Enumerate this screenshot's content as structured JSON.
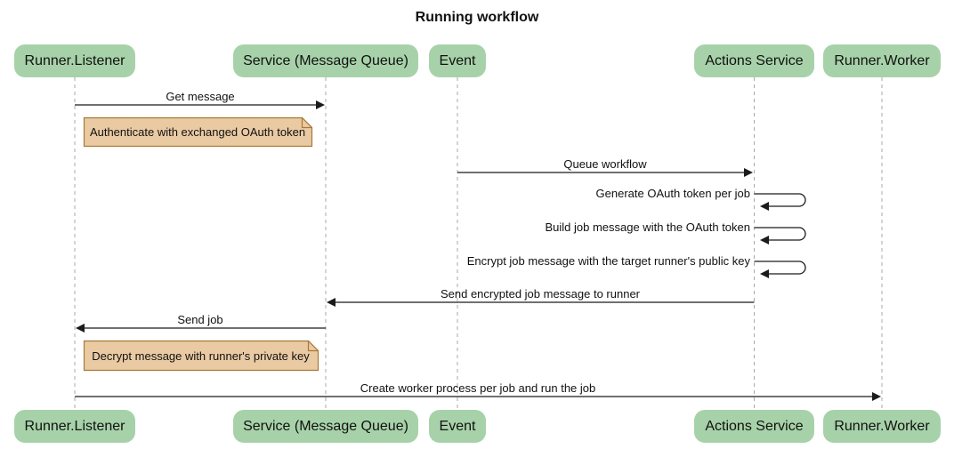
{
  "title": "Running workflow",
  "actors": [
    {
      "label": "Runner.Listener"
    },
    {
      "label": "Service (Message Queue)"
    },
    {
      "label": "Event"
    },
    {
      "label": "Actions Service"
    },
    {
      "label": "Runner.Worker"
    }
  ],
  "messages": [
    {
      "label": "Get message",
      "from": "Runner.Listener",
      "to": "Service (Message Queue)",
      "type": "solid-arrow"
    },
    {
      "label": "Queue workflow",
      "from": "Event",
      "to": "Actions Service",
      "type": "solid-arrow"
    },
    {
      "label": "Generate OAuth token per job",
      "from": "Actions Service",
      "to": "Actions Service",
      "type": "self-arrow"
    },
    {
      "label": "Build job message with the OAuth token",
      "from": "Actions Service",
      "to": "Actions Service",
      "type": "self-arrow"
    },
    {
      "label": "Encrypt job message with the target runner's public key",
      "from": "Actions Service",
      "to": "Actions Service",
      "type": "self-arrow"
    },
    {
      "label": "Send encrypted job message to runner",
      "from": "Actions Service",
      "to": "Service (Message Queue)",
      "type": "solid-arrow"
    },
    {
      "label": "Send job",
      "from": "Service (Message Queue)",
      "to": "Runner.Listener",
      "type": "solid-arrow"
    },
    {
      "label": "Create worker process per job and run the job",
      "from": "Runner.Listener",
      "to": "Runner.Worker",
      "type": "solid-arrow"
    }
  ],
  "notes": [
    {
      "label": "Authenticate with exchanged OAuth token",
      "position": "right of Runner.Listener"
    },
    {
      "label": "Decrypt message with runner's private key",
      "position": "right of Runner.Listener"
    }
  ],
  "colors": {
    "actor_fill": "#A7D2A9",
    "note_fill": "#EACAA3",
    "note_border": "#A87837",
    "lifeline": "#A9A9A9",
    "arrow": "#1B1B1B",
    "background": "#FFFFFF"
  }
}
